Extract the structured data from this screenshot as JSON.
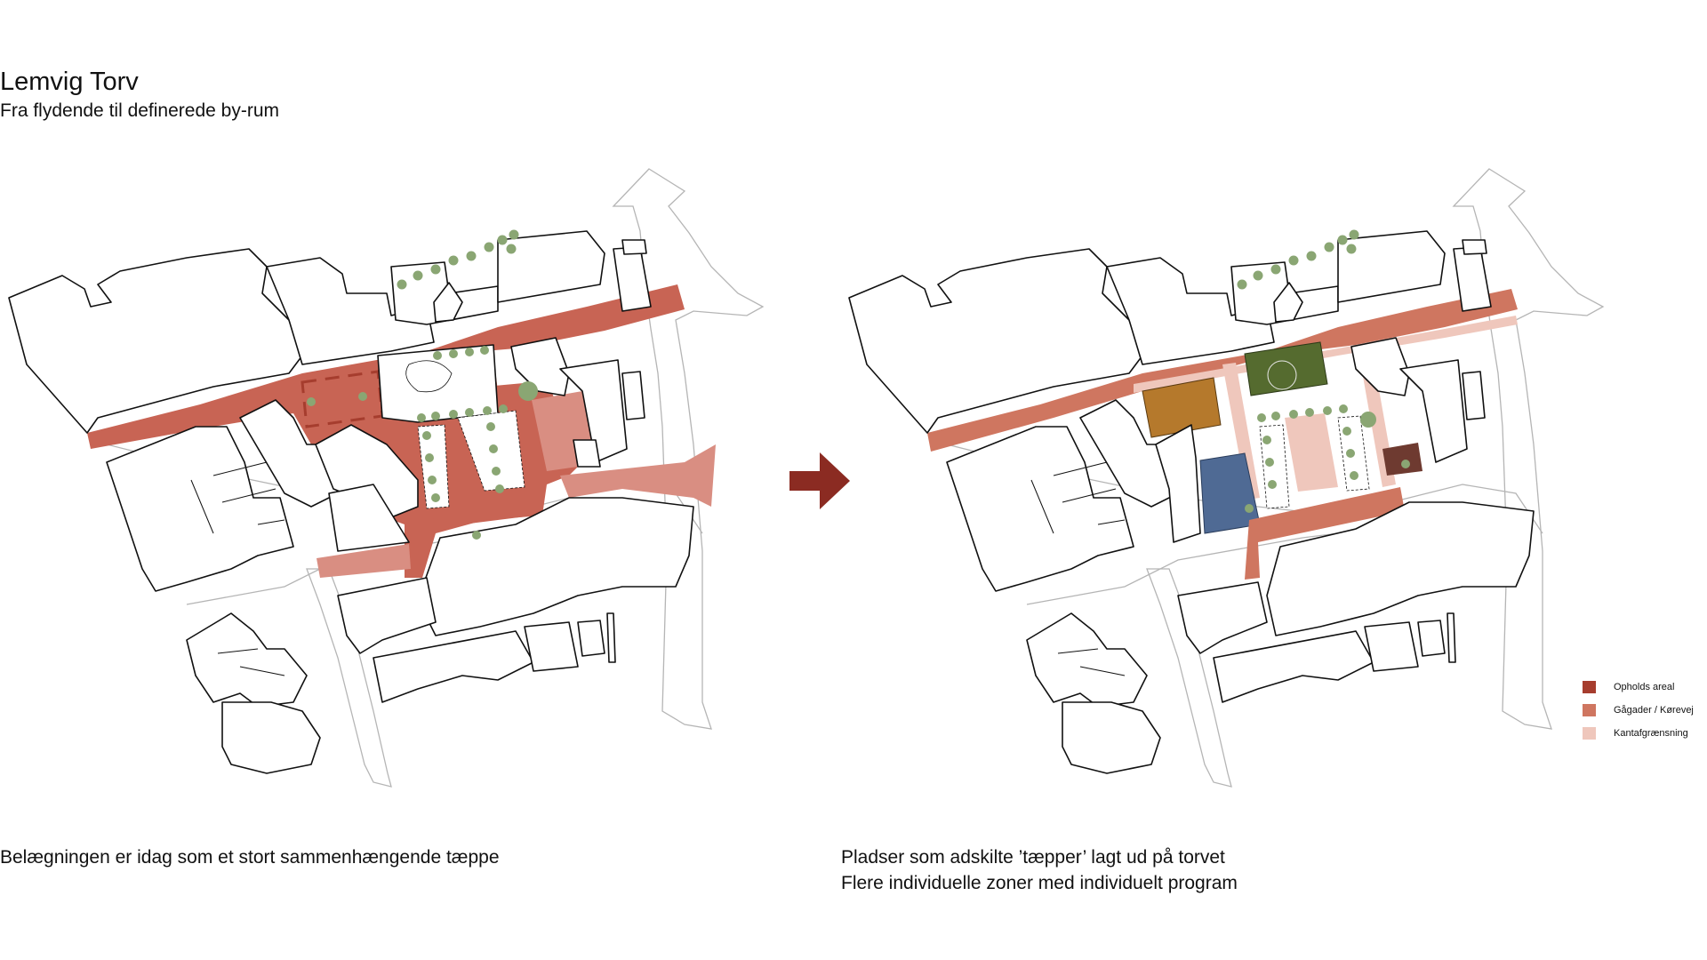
{
  "title": "Lemvig Torv",
  "subtitle": "Fra flydende til definerede by-rum",
  "captions": {
    "left": "Belægningen er idag som et stort sammenhængende tæppe",
    "right_line1": "Pladser som adskilte ’tæpper’ lagt ud på torvet",
    "right_line2": "Flere individuelle zoner med individuelt program"
  },
  "legend": [
    {
      "label": "Opholds areal",
      "color": "#a63d2e"
    },
    {
      "label": "Gågader / Kørevej",
      "color": "#cf7660"
    },
    {
      "label": "Kantafgrænsning",
      "color": "#efc7bc"
    }
  ],
  "colors": {
    "carpet": "#c86454",
    "carpet_light": "#d98e82",
    "ochre": "#b5792c",
    "green_zone": "#556b2f",
    "blue_zone": "#4f6a94",
    "brown_zone": "#6e3a30",
    "arrow": "#8b2b22",
    "tree": "#8aa673"
  }
}
